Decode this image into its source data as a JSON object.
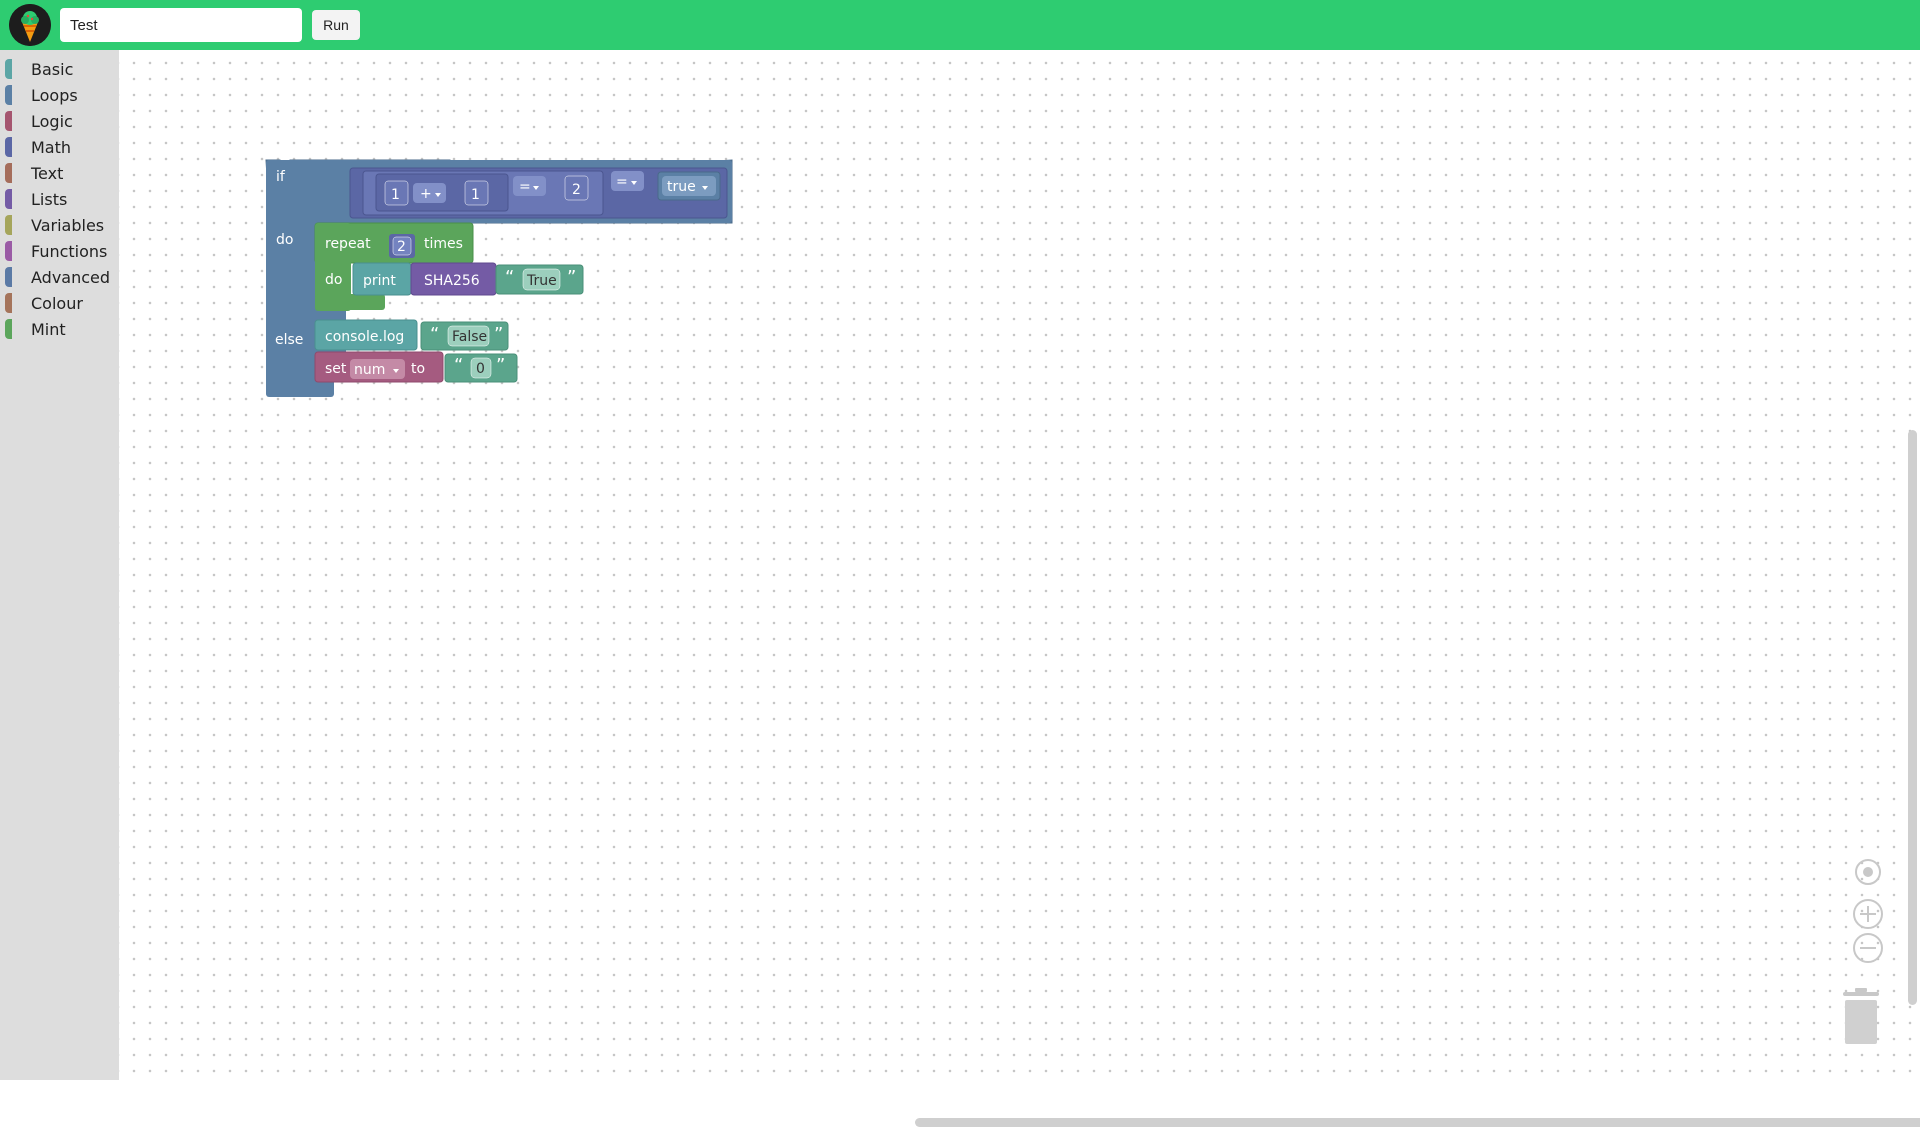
{
  "header": {
    "project_name": "Test",
    "run_label": "Run",
    "background_color": "#2ecc71"
  },
  "toolbox": {
    "categories": [
      {
        "label": "Basic",
        "color": "#5ba5a5"
      },
      {
        "label": "Loops",
        "color": "#5b80a5"
      },
      {
        "label": "Logic",
        "color": "#a5556f"
      },
      {
        "label": "Math",
        "color": "#5b67a5"
      },
      {
        "label": "Text",
        "color": "#a56d5b"
      },
      {
        "label": "Lists",
        "color": "#745ba5"
      },
      {
        "label": "Variables",
        "color": "#a5a55b"
      },
      {
        "label": "Functions",
        "color": "#9a5ba5"
      },
      {
        "label": "Advanced",
        "color": "#5b7aa5"
      },
      {
        "label": "Colour",
        "color": "#a5745b"
      },
      {
        "label": "Mint",
        "color": "#5ba55b"
      }
    ]
  },
  "blocks": {
    "if_label": "if",
    "do_label": "do",
    "else_label": "else",
    "condition": {
      "num_a": "1",
      "math_op": "+",
      "num_b": "1",
      "compare_op_inner": "=",
      "num_c": "2",
      "compare_op_outer": "=",
      "bool_value": "true"
    },
    "repeat_label": "repeat",
    "repeat_count": "2",
    "times_label": "times",
    "repeat_do_label": "do",
    "print_label": "print",
    "sha_label": "SHA256",
    "text_true": "True",
    "console_label": "console.log",
    "text_false": "False",
    "set_label": "set",
    "var_name": "num",
    "to_label": "to",
    "text_zero": "0",
    "open_quote": "“",
    "close_quote": "”"
  },
  "colors": {
    "logic": "#5b80a5",
    "logic_dark": "#496a8a",
    "compare": "#5b67a5",
    "loop": "#5ba55b",
    "text": "#5ba58c",
    "sha": "#745ba5",
    "variable": "#a55b80",
    "mint": "#5ba5a5"
  },
  "controls": {
    "recenter_icon": "target-icon",
    "zoom_in_icon": "plus-icon",
    "zoom_out_icon": "minus-icon",
    "trash_icon": "trash-icon"
  }
}
